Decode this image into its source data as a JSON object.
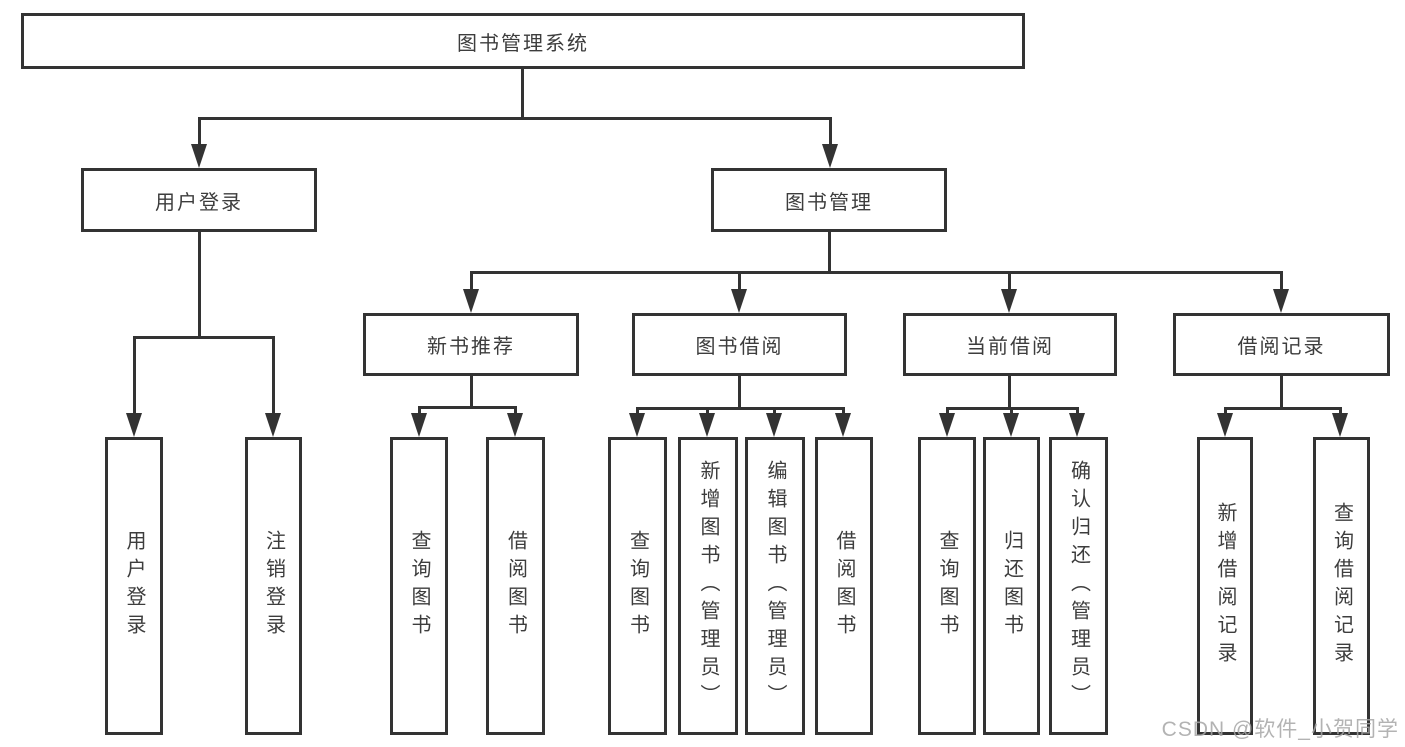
{
  "diagram": {
    "root": "图书管理系统",
    "level2": {
      "user": "用户登录",
      "book": "图书管理"
    },
    "level3": {
      "new_book": "新书推荐",
      "borrow": "图书借阅",
      "current": "当前借阅",
      "record": "借阅记录"
    },
    "leaves": {
      "user": [
        "用户登录",
        "注销登录"
      ],
      "new_book": [
        "查询图书",
        "借阅图书"
      ],
      "borrow": [
        "查询图书",
        "新增图书（管理员）",
        "编辑图书（管理员）",
        "借阅图书"
      ],
      "current": [
        "查询图书",
        "归还图书",
        "确认归还（管理员）"
      ],
      "record": [
        "新增借阅记录",
        "查询借阅记录"
      ]
    },
    "watermark": "CSDN @软件_小贺同学",
    "colors": {
      "line": "#333333",
      "text": "#3d3d3d",
      "watermark": "#a6a6a6",
      "background": "#ffffff"
    }
  }
}
